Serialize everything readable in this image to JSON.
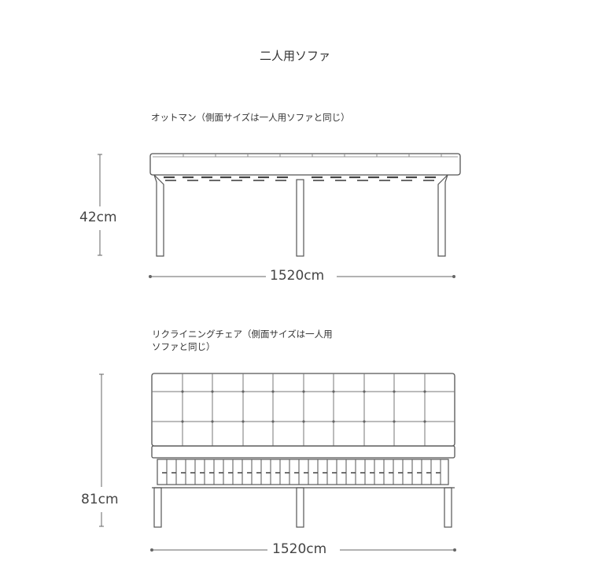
{
  "title": "二人用ソファ",
  "ottoman": {
    "caption": "オットマン（側面サイズは一人用ソファと同じ）",
    "height_label": "42cm",
    "width_label": "1520cm"
  },
  "sofa": {
    "caption": "リクライニングチェア（側面サイズは一人用ソファと同じ）",
    "height_label": "81cm",
    "width_label": "1520cm"
  }
}
